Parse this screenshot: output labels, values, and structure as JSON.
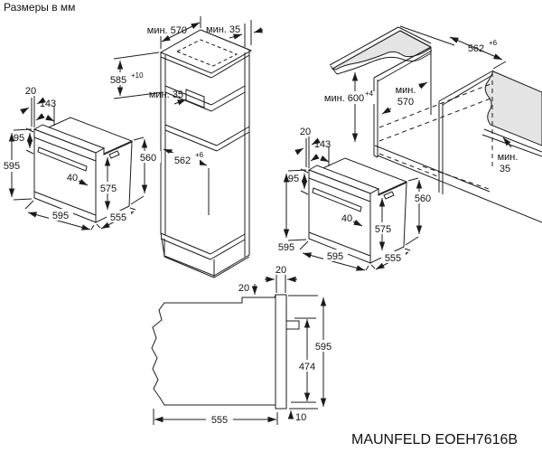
{
  "title": "Размеры в мм",
  "model": "MAUNFELD EOEH7616B",
  "colors": {
    "line": "#1c1c1c",
    "surface": "#e4e4e4"
  },
  "oven": {
    "top_inset": "20",
    "top_width": "143",
    "panel_height": "95",
    "height": "595",
    "body_height": "560",
    "handle_inset": "40",
    "door_height": "575",
    "width": "595",
    "depth": "555"
  },
  "tall_cabinet": {
    "depth_min": "мин. 570",
    "top_rear_gap": "мин. 35",
    "niche_height": "585",
    "niche_height_tol": "+10",
    "vent_gap": "мин. 35",
    "niche_width": "562",
    "niche_width_tol": "+6"
  },
  "under_counter": {
    "niche_width": "562",
    "niche_width_tol": "+6",
    "height_min": "мин. 600",
    "height_tol": "+4",
    "depth_min_line1": "мин.",
    "depth_min_line2": "570",
    "rear_gap_line1": "мин.",
    "rear_gap_line2": "35"
  },
  "side_view": {
    "top_inset": "20",
    "frame_depth": "20",
    "height": "595",
    "inner_height": "474",
    "bottom_gap": "10",
    "depth": "555"
  }
}
